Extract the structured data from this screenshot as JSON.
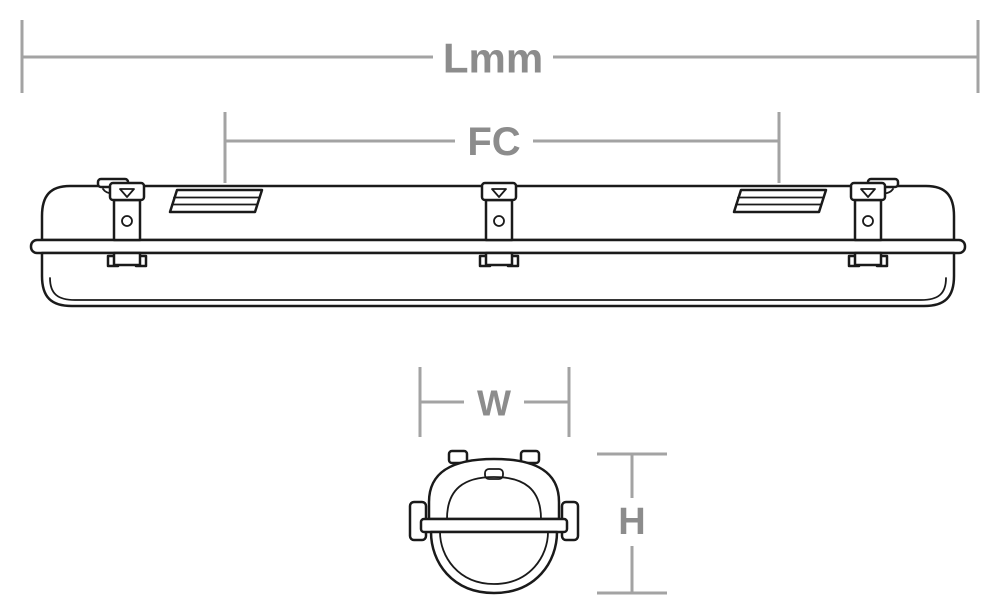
{
  "diagram": {
    "dimensions": {
      "length": {
        "label": "Lmm"
      },
      "fixing_centres": {
        "label": "FC"
      },
      "width": {
        "label": "W"
      },
      "height": {
        "label": "H"
      }
    },
    "colors": {
      "dimension_line": "#a3a3a3",
      "dimension_label": "#8c8c8c",
      "outline": "#1a1a1a",
      "background": "#ffffff"
    }
  }
}
